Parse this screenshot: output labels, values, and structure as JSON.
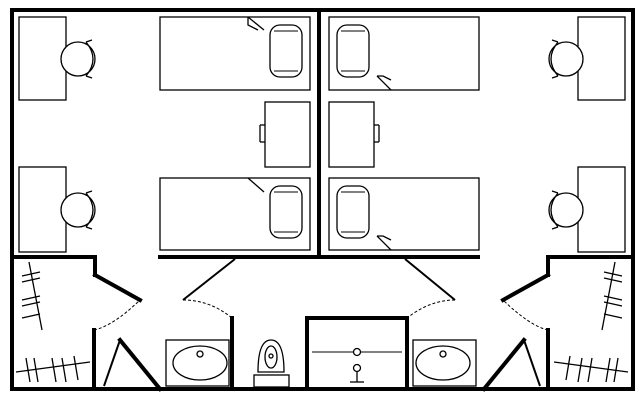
{
  "diagram": {
    "kind": "floor-plan",
    "style": "black line drawing on white",
    "rooms": [
      "bedroom-left",
      "bedroom-right",
      "closet-left",
      "closet-right",
      "entry-left",
      "entry-right",
      "bath-vestibule",
      "bathroom"
    ],
    "furniture": {
      "beds": 4,
      "desks": 4,
      "desk_chairs": 4,
      "nightstands": 2,
      "lavatories": 2,
      "toilets": 1,
      "showers": 1,
      "closets": 2
    }
  }
}
